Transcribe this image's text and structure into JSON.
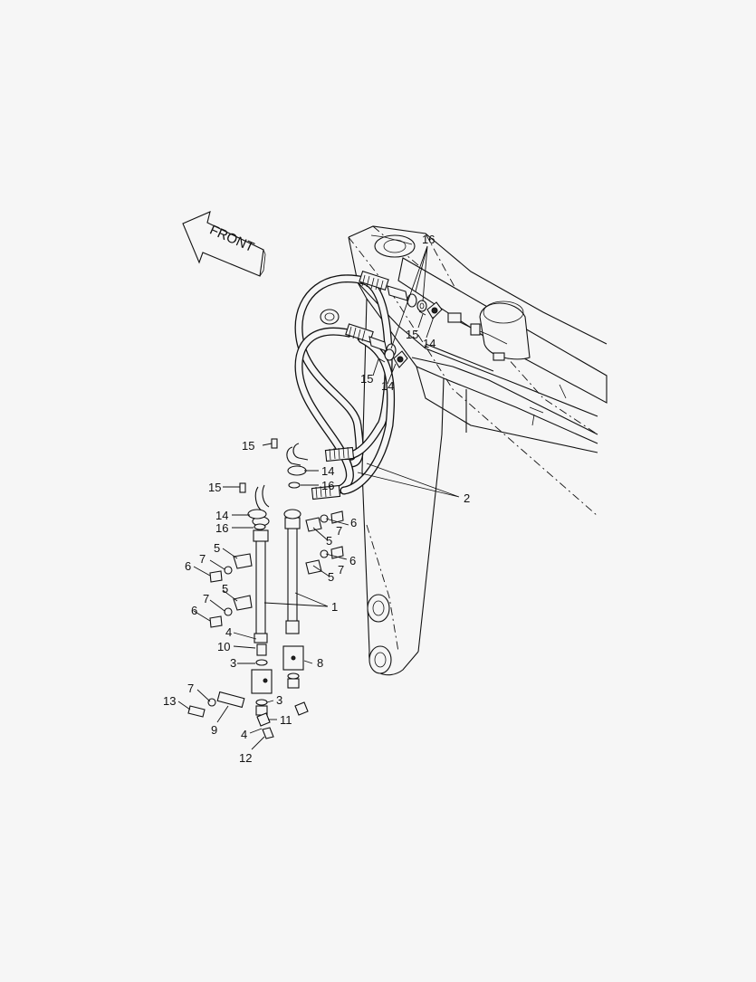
{
  "diagram": {
    "front_label": "FRONT",
    "callouts": {
      "c1": "1",
      "c2": "2",
      "c3a": "3",
      "c3b": "3",
      "c4a": "4",
      "c4b": "4",
      "c5a": "5",
      "c5b": "5",
      "c5c": "5",
      "c5d": "5",
      "c6a": "6",
      "c6b": "6",
      "c6c": "6",
      "c6d": "6",
      "c7a": "7",
      "c7b": "7",
      "c7c": "7",
      "c7d": "7",
      "c7e": "7",
      "c8": "8",
      "c9": "9",
      "c10": "10",
      "c11": "11",
      "c12": "12",
      "c13": "13",
      "c14a": "14",
      "c14b": "14",
      "c14c": "14",
      "c14d": "14",
      "c15a": "15",
      "c15b": "15",
      "c15c": "15",
      "c15d": "15",
      "c16a": "16",
      "c16b": "16",
      "c16c": "16"
    }
  }
}
